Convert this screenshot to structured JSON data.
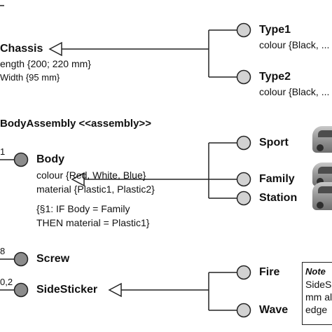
{
  "nodes": {
    "chassis": {
      "title": "Chassis",
      "attrs": [
        "ength {200; 220 mm}",
        "Width {95 mm}"
      ]
    },
    "type1": {
      "title": "Type1",
      "attr": "colour {Black, ..."
    },
    "type2": {
      "title": "Type2",
      "attr": "colour {Black, ..."
    },
    "body_assembly": {
      "title": "BodyAssembly <<assembly>>"
    },
    "body": {
      "multiplicity": "1",
      "title": "Body",
      "attrs": [
        "colour {Red, White, Blue}",
        "material {Plastic1, Plastic2}"
      ],
      "constraint": [
        "{§1: IF Body = Family",
        "THEN material = Plastic1}"
      ]
    },
    "sport": {
      "title": "Sport"
    },
    "family": {
      "title": "Family"
    },
    "station": {
      "title": "Station"
    },
    "screw": {
      "multiplicity": "8",
      "title": "Screw"
    },
    "side_sticker": {
      "multiplicity": "0,2",
      "title": "SideSticker"
    },
    "fire": {
      "title": "Fire"
    },
    "wave": {
      "title": "Wave"
    }
  },
  "note": {
    "title": "Note",
    "lines": [
      "SideS",
      "mm al",
      "edge"
    ]
  },
  "colors": {
    "line": "#222222",
    "node_dark": "#8c8c8c",
    "node_light": "#d2d2d2",
    "text": "#111111"
  }
}
